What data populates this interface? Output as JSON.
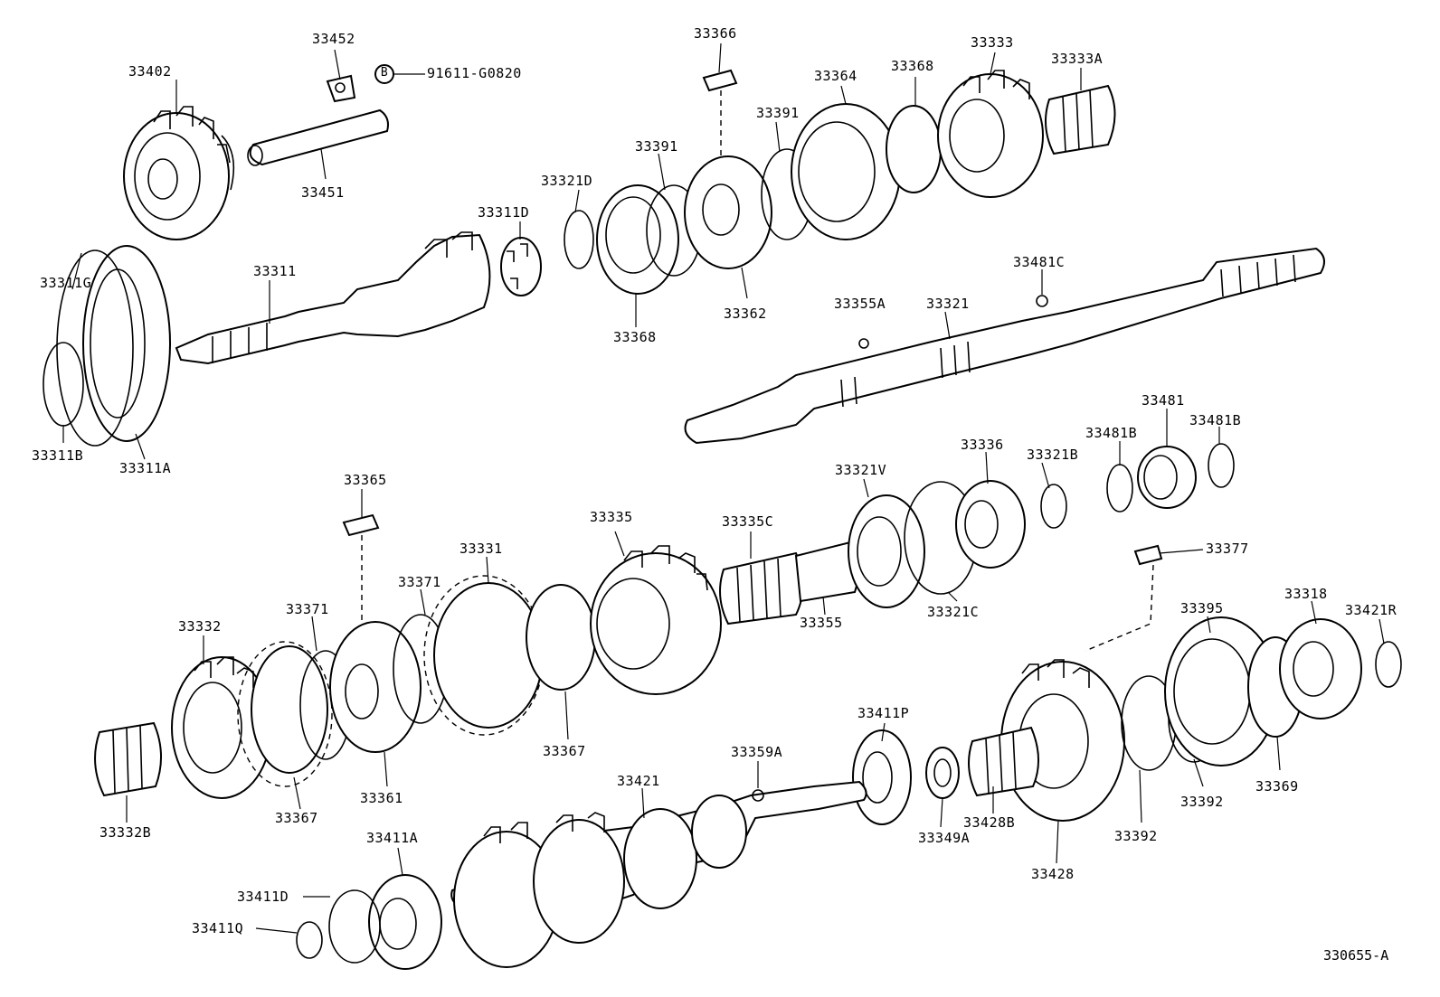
{
  "diagram_id": "330655-A",
  "labels": {
    "p33402": "33402",
    "p33452": "33452",
    "p91611": "91611-G0820",
    "p91611_badge": "B",
    "p33451": "33451",
    "p33366": "33366",
    "p33364": "33364",
    "p33368a": "33368",
    "p33333": "33333",
    "p33333A": "33333A",
    "p33391a": "33391",
    "p33391b": "33391",
    "p33321D": "33321D",
    "p33311D": "33311D",
    "p33311G": "33311G",
    "p33311": "33311",
    "p33368b": "33368",
    "p33362": "33362",
    "p33481C": "33481C",
    "p33355A": "33355A",
    "p33321": "33321",
    "p33311B": "33311B",
    "p33311A": "33311A",
    "p33481": "33481",
    "p33481Ba": "33481B",
    "p33481Bb": "33481B",
    "p33365": "33365",
    "p33336": "33336",
    "p33321B": "33321B",
    "p33321V": "33321V",
    "p33335": "33335",
    "p33335C": "33335C",
    "p33331": "33331",
    "p33371a": "33371",
    "p33371b": "33371",
    "p33377": "33377",
    "p33332": "33332",
    "p33395": "33395",
    "p33318": "33318",
    "p33421R": "33421R",
    "p33355": "33355",
    "p33321C": "33321C",
    "p33367a": "33367",
    "p33361": "33361",
    "p33367b": "33367",
    "p33359A": "33359A",
    "p33411P": "33411P",
    "p33421": "33421",
    "p33332B": "33332B",
    "p33411A": "33411A",
    "p33349A": "33349A",
    "p33428B": "33428B",
    "p33392a": "33392",
    "p33392b": "33392",
    "p33369": "33369",
    "p33428": "33428",
    "p33411D": "33411D",
    "p33411Q": "33411Q"
  }
}
